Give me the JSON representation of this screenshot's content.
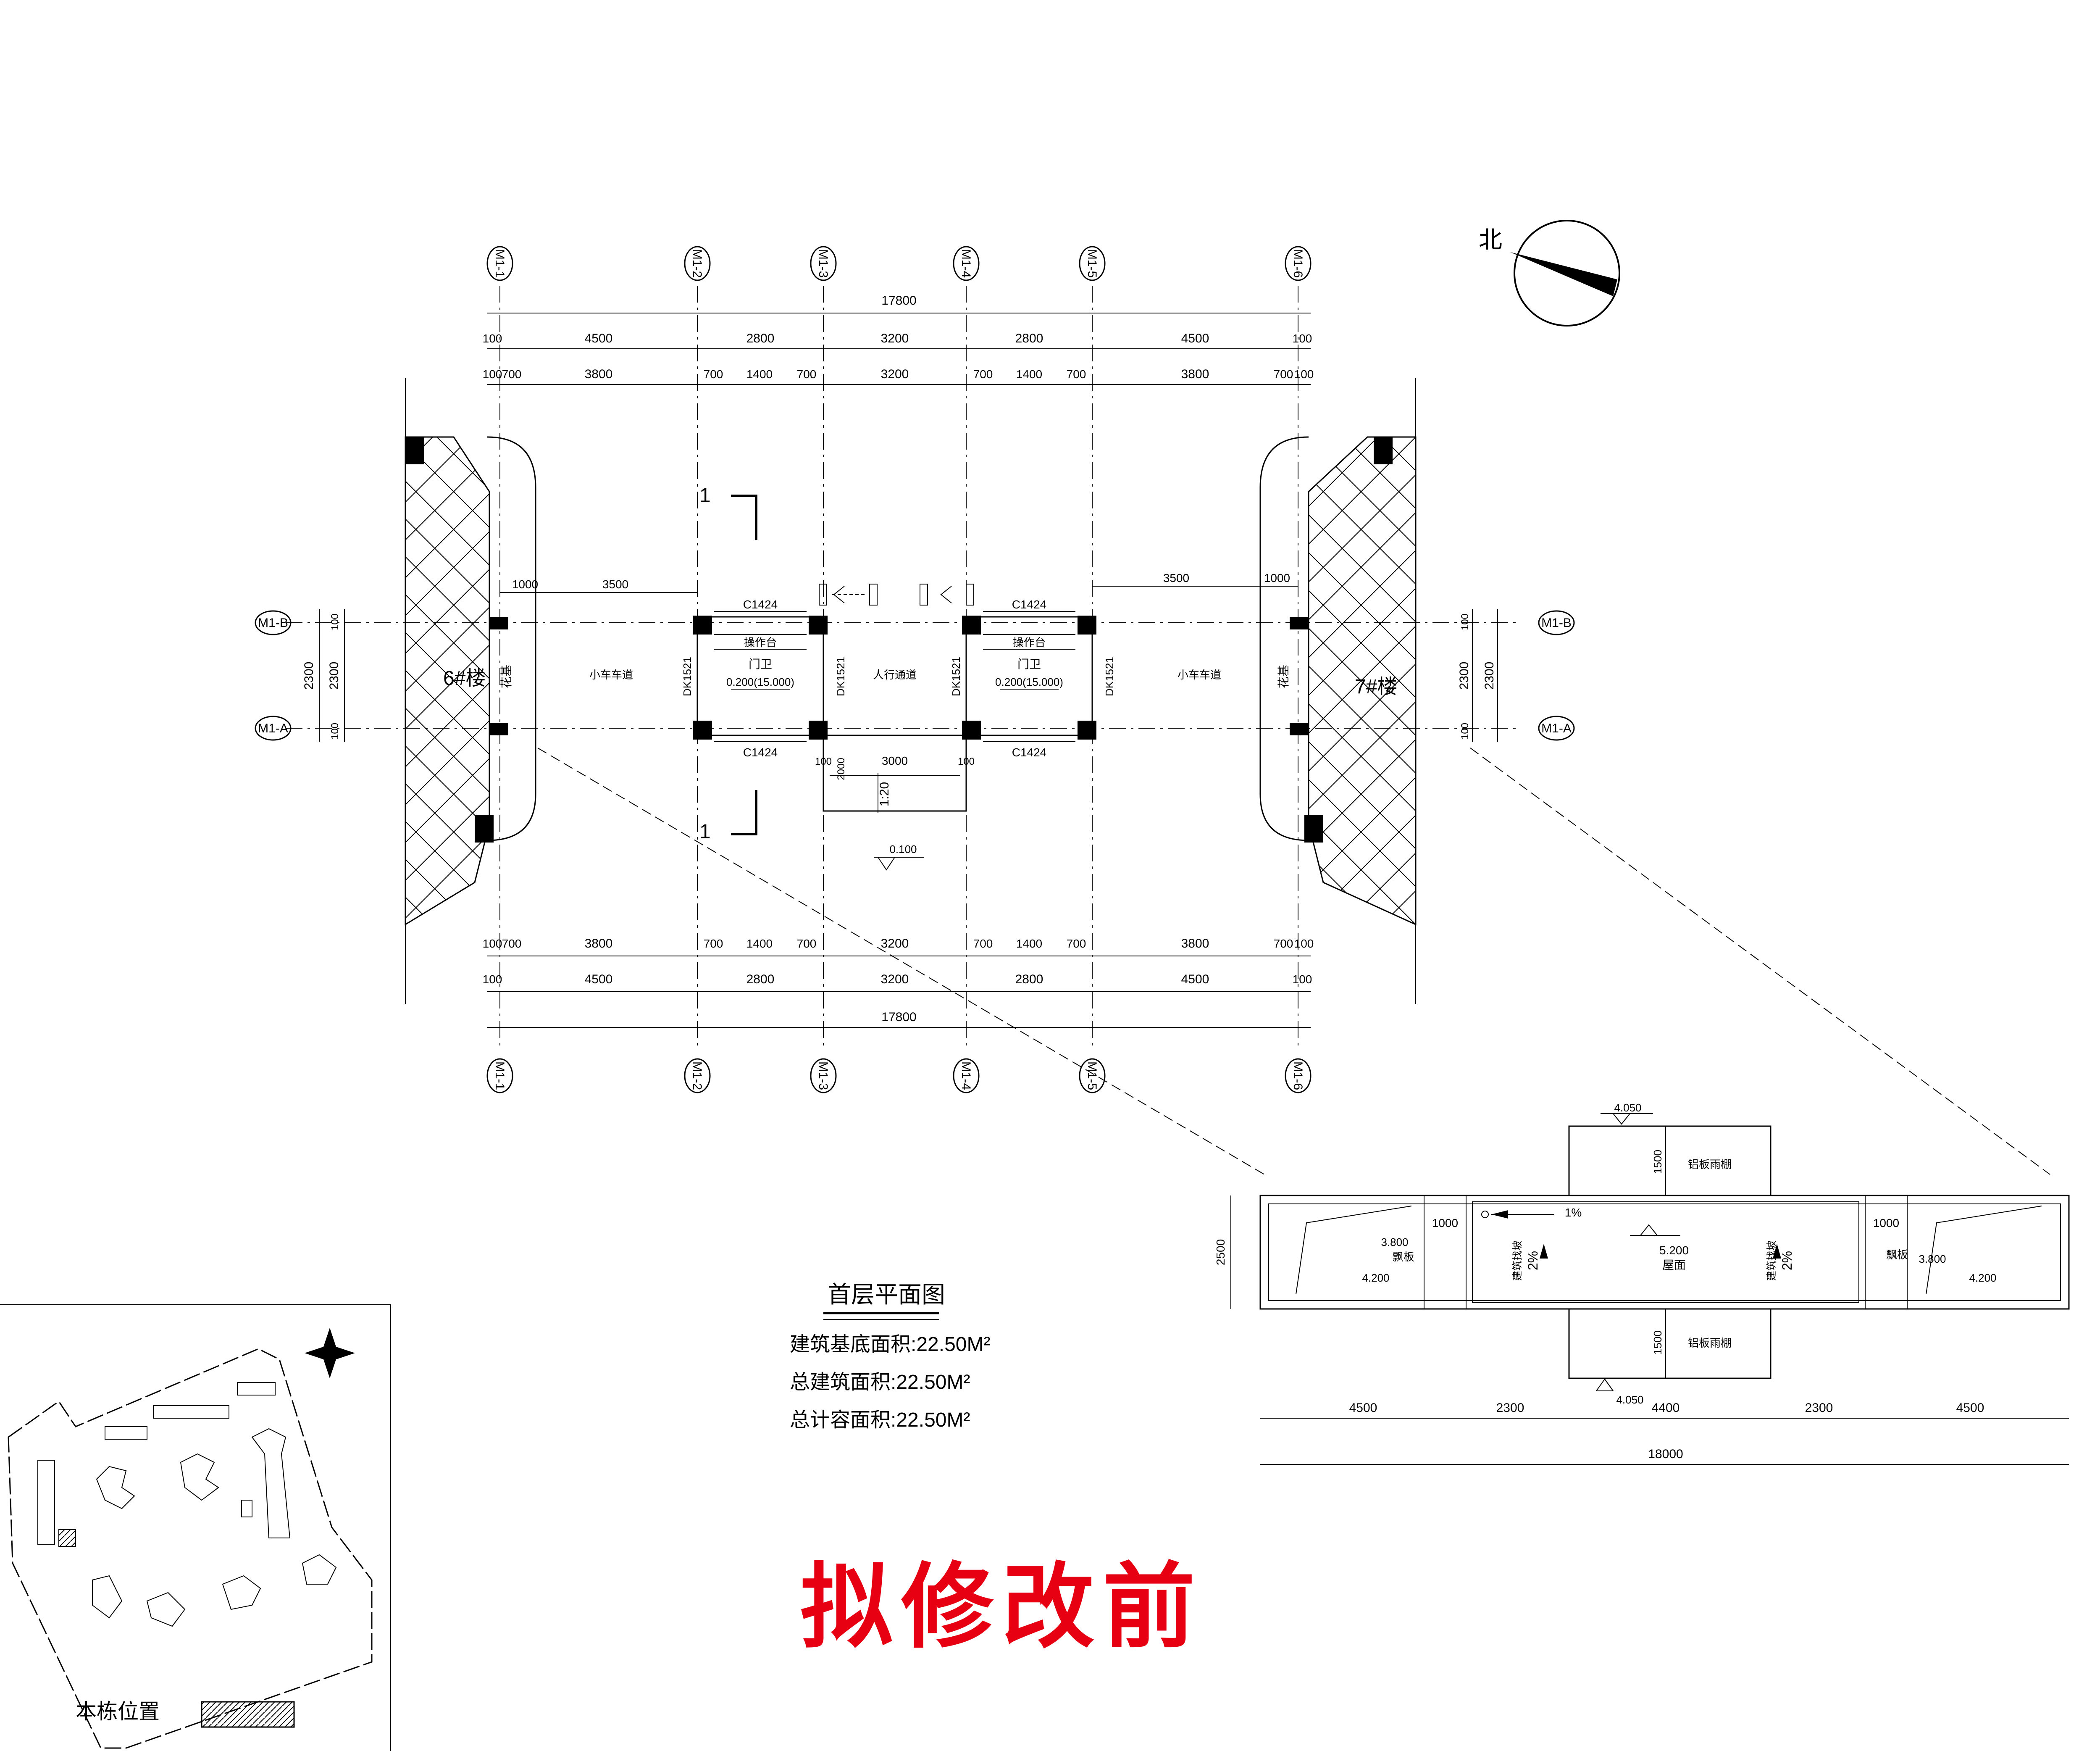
{
  "north_label": "北",
  "axes_top": [
    "M1-1",
    "M1-2",
    "M1-3",
    "M1-4",
    "M1-5",
    "M1-6"
  ],
  "axes_bottom": [
    "M1-1",
    "M1-2",
    "M1-3",
    "M1-4",
    "M1-5",
    "M1-6"
  ],
  "axes_left": [
    "M1-B",
    "M1-A"
  ],
  "axes_right": [
    "M1-B",
    "M1-A"
  ],
  "dims_top": {
    "overall": "17800",
    "row2": [
      "100",
      "4500",
      "2800",
      "3200",
      "2800",
      "4500",
      "100"
    ],
    "row3": [
      "100",
      "700",
      "3800",
      "700",
      "1400",
      "700",
      "3200",
      "700",
      "1400",
      "700",
      "3800",
      "700",
      "100"
    ]
  },
  "dims_bottom": {
    "row1": [
      "100",
      "700",
      "3800",
      "700",
      "1400",
      "700",
      "3200",
      "700",
      "1400",
      "700",
      "3800",
      "700",
      "100"
    ],
    "row2": [
      "100",
      "4500",
      "2800",
      "3200",
      "2800",
      "4500",
      "100"
    ],
    "overall": "17800"
  },
  "dims_side": {
    "span": "2300",
    "edge": "100"
  },
  "plan_labels": {
    "bldg_left": "6#楼",
    "bldg_right": "7#楼",
    "planter": "花基",
    "car_lane": "小车车道",
    "ped_lane": "人行通道",
    "console": "操作台",
    "guard": "门卫",
    "guard_level": "0.200(15.000)",
    "window": "C1424",
    "door": "DK1521",
    "section_mark": "1",
    "dim_1000": "1000",
    "dim_3500": "3500",
    "dim_100": "100",
    "dim_3000": "3000",
    "dim_2000": "2000",
    "ramp": "1:20",
    "ground_level": "0.100"
  },
  "title_block": {
    "title": "首层平面图",
    "line1": "建筑基底面积:22.50M²",
    "line2": "总建筑面积:22.50M²",
    "line3": "总计容面积:22.50M²"
  },
  "roof_plan": {
    "top_level": "4.050",
    "bottom_level": "4.050",
    "canopy_label": "铝板雨棚",
    "canopy_dim": "1500",
    "height_dim": "2500",
    "dim_1000": "1000",
    "slab_label": "飘板",
    "slab_level": "3.800",
    "slab_level2": "4.200",
    "slope": "1%",
    "roof_level": "5.200",
    "roof_label": "屋面",
    "fold_label": "建筑找坡",
    "fold_slope": "2%",
    "dims": [
      "4500",
      "2300",
      "4400",
      "2300",
      "4500"
    ],
    "overall": "18000"
  },
  "location_label": "本栋位置",
  "stamp": "拟修改前",
  "colors": {
    "line": "#000000",
    "stamp": "#e60012",
    "background": "#ffffff"
  }
}
